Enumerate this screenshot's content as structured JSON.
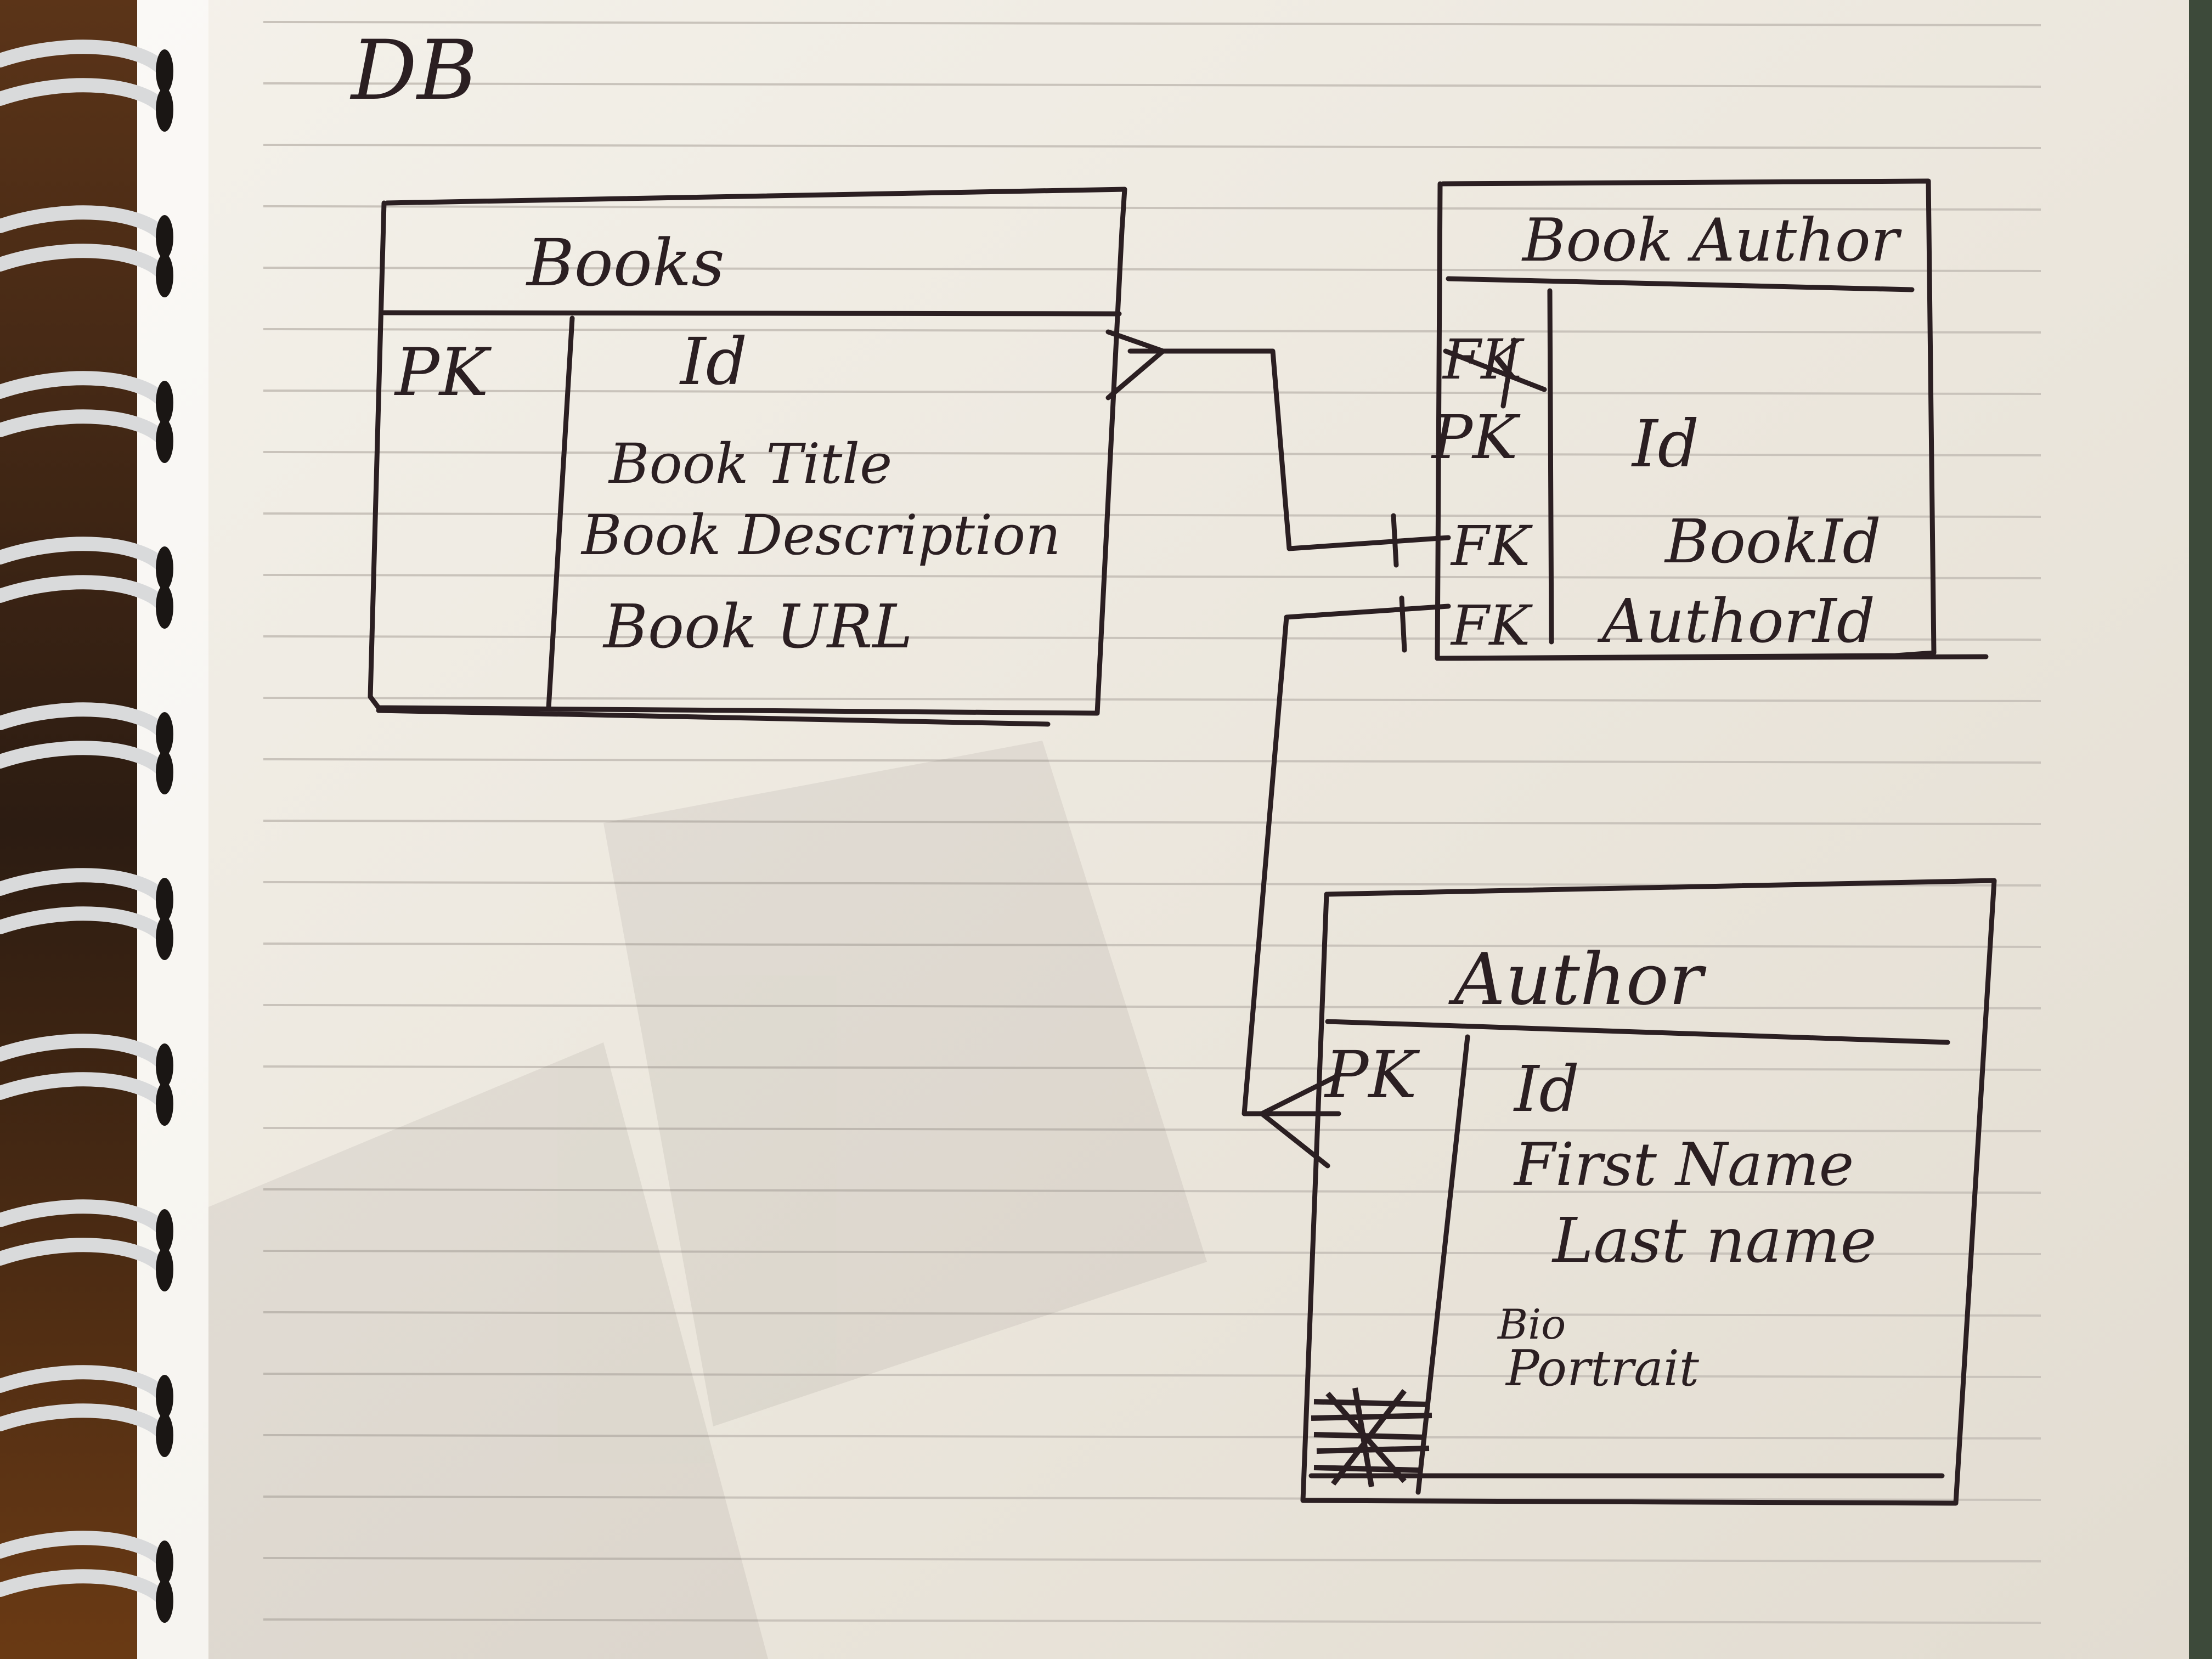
{
  "page_title": "DB",
  "ink_color": "#2b1f22",
  "paper_color": "#f3efe6",
  "rule_color": "#c9c3bb",
  "tables": {
    "books": {
      "name": "Books",
      "pk_label": "PK",
      "fields": [
        "Id",
        "Book Title",
        "Book Description",
        "Book URL"
      ]
    },
    "book_author": {
      "name": "Book Author",
      "key_labels": [
        "FK",
        "PK",
        "FK",
        "FK"
      ],
      "fields": [
        "Id",
        "BookId",
        "AuthorId"
      ]
    },
    "author": {
      "name": "Author",
      "pk_label": "PK",
      "fields": [
        "Id",
        "First Name",
        "Last name",
        "Bio",
        "Portrait"
      ]
    }
  },
  "relations": [
    {
      "from": "Books.Id",
      "to": "BookAuthor.BookId",
      "from_end": "many",
      "to_end": "one"
    },
    {
      "from": "Author.Id",
      "to": "BookAuthor.AuthorId",
      "from_end": "many",
      "to_end": "one"
    }
  ]
}
